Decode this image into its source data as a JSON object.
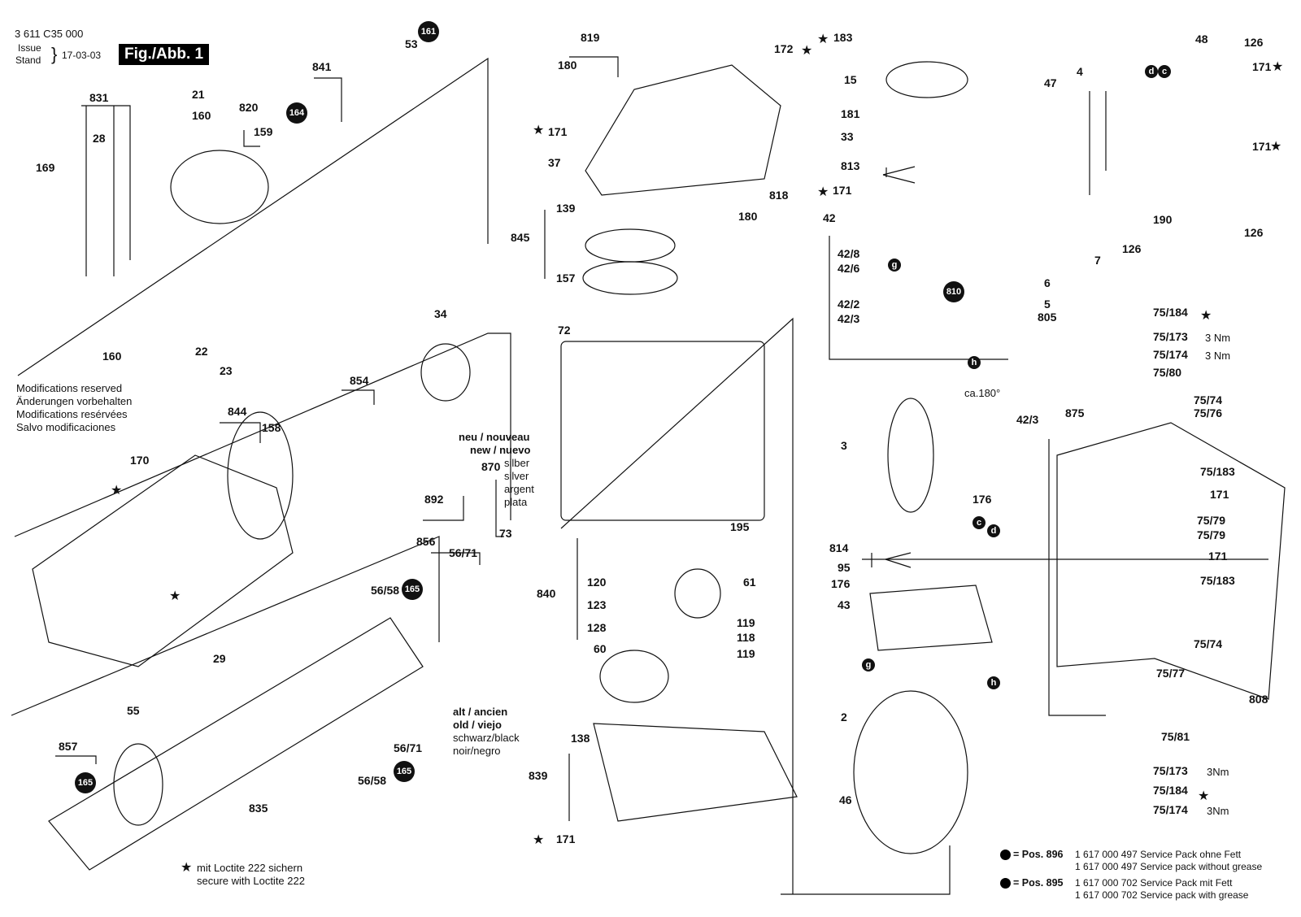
{
  "header": {
    "doc_number": "3 611 C35 000",
    "issue_label": "Issue",
    "stand_label": "Stand",
    "date": "17-03-03",
    "figure": "Fig./Abb. 1"
  },
  "modifications": [
    "Modifications reserved",
    "Änderungen vorbehalten",
    "Modifications resérvées",
    "Salvo modificaciones"
  ],
  "variant_new": {
    "title1": "neu / nouveau",
    "title2": "new / nuevo",
    "colors": [
      "silber",
      "silver",
      "argent",
      "plata"
    ]
  },
  "variant_old": {
    "title1": "alt / ancien",
    "title2": "old / viejo",
    "colors": [
      "schwarz/black",
      "noir/negro"
    ]
  },
  "loctite": {
    "line1": "mit Loctite 222 sichern",
    "line2": "secure with Loctite 222"
  },
  "service_packs": [
    {
      "pos": "= Pos. 896",
      "line1": "1 617 000 497 Service Pack ohne Fett",
      "line2": "1 617 000 497 Service pack without grease"
    },
    {
      "pos": "= Pos. 895",
      "line1": "1 617 000 702 Service Pack mit Fett",
      "line2": "1 617 000 702 Service pack with grease"
    }
  ],
  "parts": {
    "p53": "53",
    "p841": "841",
    "p831": "831",
    "p28": "28",
    "p21": "21",
    "p160a": "160",
    "p820": "820",
    "p159": "159",
    "p169": "169",
    "p160b": "160",
    "p22": "22",
    "p23": "23",
    "p34": "34",
    "p854": "854",
    "p844": "844",
    "p158": "158",
    "p170": "170",
    "p870": "870",
    "p892": "892",
    "p856": "856",
    "p5671a": "56/71",
    "p73": "73",
    "p5658a": "56/58",
    "p29": "29",
    "p55": "55",
    "p857": "857",
    "p835": "835",
    "p5671b": "56/71",
    "p5658b": "56/58",
    "p819": "819",
    "p180a": "180",
    "p172": "172",
    "p171a": "171",
    "p37": "37",
    "p818": "818",
    "p180b": "180",
    "p139": "139",
    "p845": "845",
    "p157": "157",
    "p72": "72",
    "p195": "195",
    "p840": "840",
    "p120": "120",
    "p123": "123",
    "p128": "128",
    "p61": "61",
    "p119a": "119",
    "p118": "118",
    "p119b": "119",
    "p60": "60",
    "p138": "138",
    "p839": "839",
    "p171b": "171",
    "p183": "183",
    "p15": "15",
    "p181": "181",
    "p33": "33",
    "p813": "813",
    "p171c": "171",
    "p42": "42",
    "p428": "42/8",
    "p426": "42/6",
    "p422": "42/2",
    "p423a": "42/3",
    "p423b": "42/3",
    "ca180": "ca.180°",
    "p3": "3",
    "p176a": "176",
    "p814": "814",
    "p95": "95",
    "p176b": "176",
    "p43": "43",
    "p2": "2",
    "p46": "46",
    "p48": "48",
    "p126a": "126",
    "p171d": "171",
    "p47": "47",
    "p4": "4",
    "p171e": "171",
    "p190": "190",
    "p126b": "126",
    "p126c": "126",
    "p7": "7",
    "p6": "6",
    "p5": "5",
    "p805": "805",
    "p75184a": "75/184",
    "p75173a": "75/173",
    "nm3a": "3 Nm",
    "p75174a": "75/174",
    "nm3b": "3 Nm",
    "p7580": "75/80",
    "p7574a": "75/74",
    "p875": "875",
    "p7576": "75/76",
    "p75183a": "75/183",
    "p171f": "171",
    "p7579a": "75/79",
    "p7579b": "75/79",
    "p171g": "171",
    "p75183b": "75/183",
    "p7574b": "75/74",
    "p7577": "75/77",
    "p808": "808",
    "p7581": "75/81",
    "p75173b": "75/173",
    "nm3c": "3Nm",
    "p75184b": "75/184",
    "p75174b": "75/174",
    "nm3d": "3Nm"
  },
  "badges": {
    "b161": "161",
    "b164": "164",
    "b165a": "165",
    "b165b": "165",
    "b165c": "165",
    "b810": "810"
  },
  "wire_letters": {
    "g1": "g",
    "d1": "d",
    "c1": "c",
    "h1": "h",
    "c2": "c",
    "d2": "d",
    "g2": "g",
    "h2": "h"
  },
  "colors": {
    "ink": "#111111",
    "paper": "#ffffff"
  }
}
